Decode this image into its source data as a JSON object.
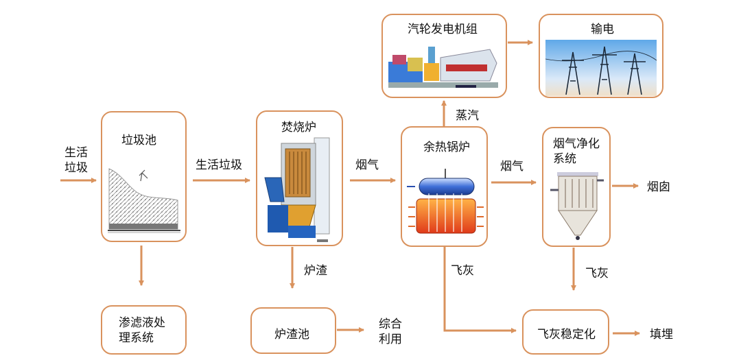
{
  "nodes": {
    "garbage_pit": "垃圾池",
    "incinerator": "焚烧炉",
    "waste_heat_boiler": "余热锅炉",
    "turbine": "汽轮发电机组",
    "power": "输电",
    "flue_gas_cleaning": "烟气净化系统",
    "leachate": "渗滤液处理系统",
    "slag_pit": "炉渣池",
    "fly_ash_stabilization": "飞灰稳定化"
  },
  "labels": {
    "msw_in": "生活垃圾",
    "msw_mid": "生活垃圾",
    "flue_gas_1": "烟气",
    "flue_gas_2": "烟气",
    "steam": "蒸汽",
    "chimney": "烟囱",
    "slag": "炉渣",
    "fly_ash_1": "飞灰",
    "fly_ash_2": "飞灰",
    "comprehensive_use": "综合利用",
    "landfill": "填埋"
  },
  "colors": {
    "arrow": "#d9925d",
    "border": "#d9925d"
  }
}
